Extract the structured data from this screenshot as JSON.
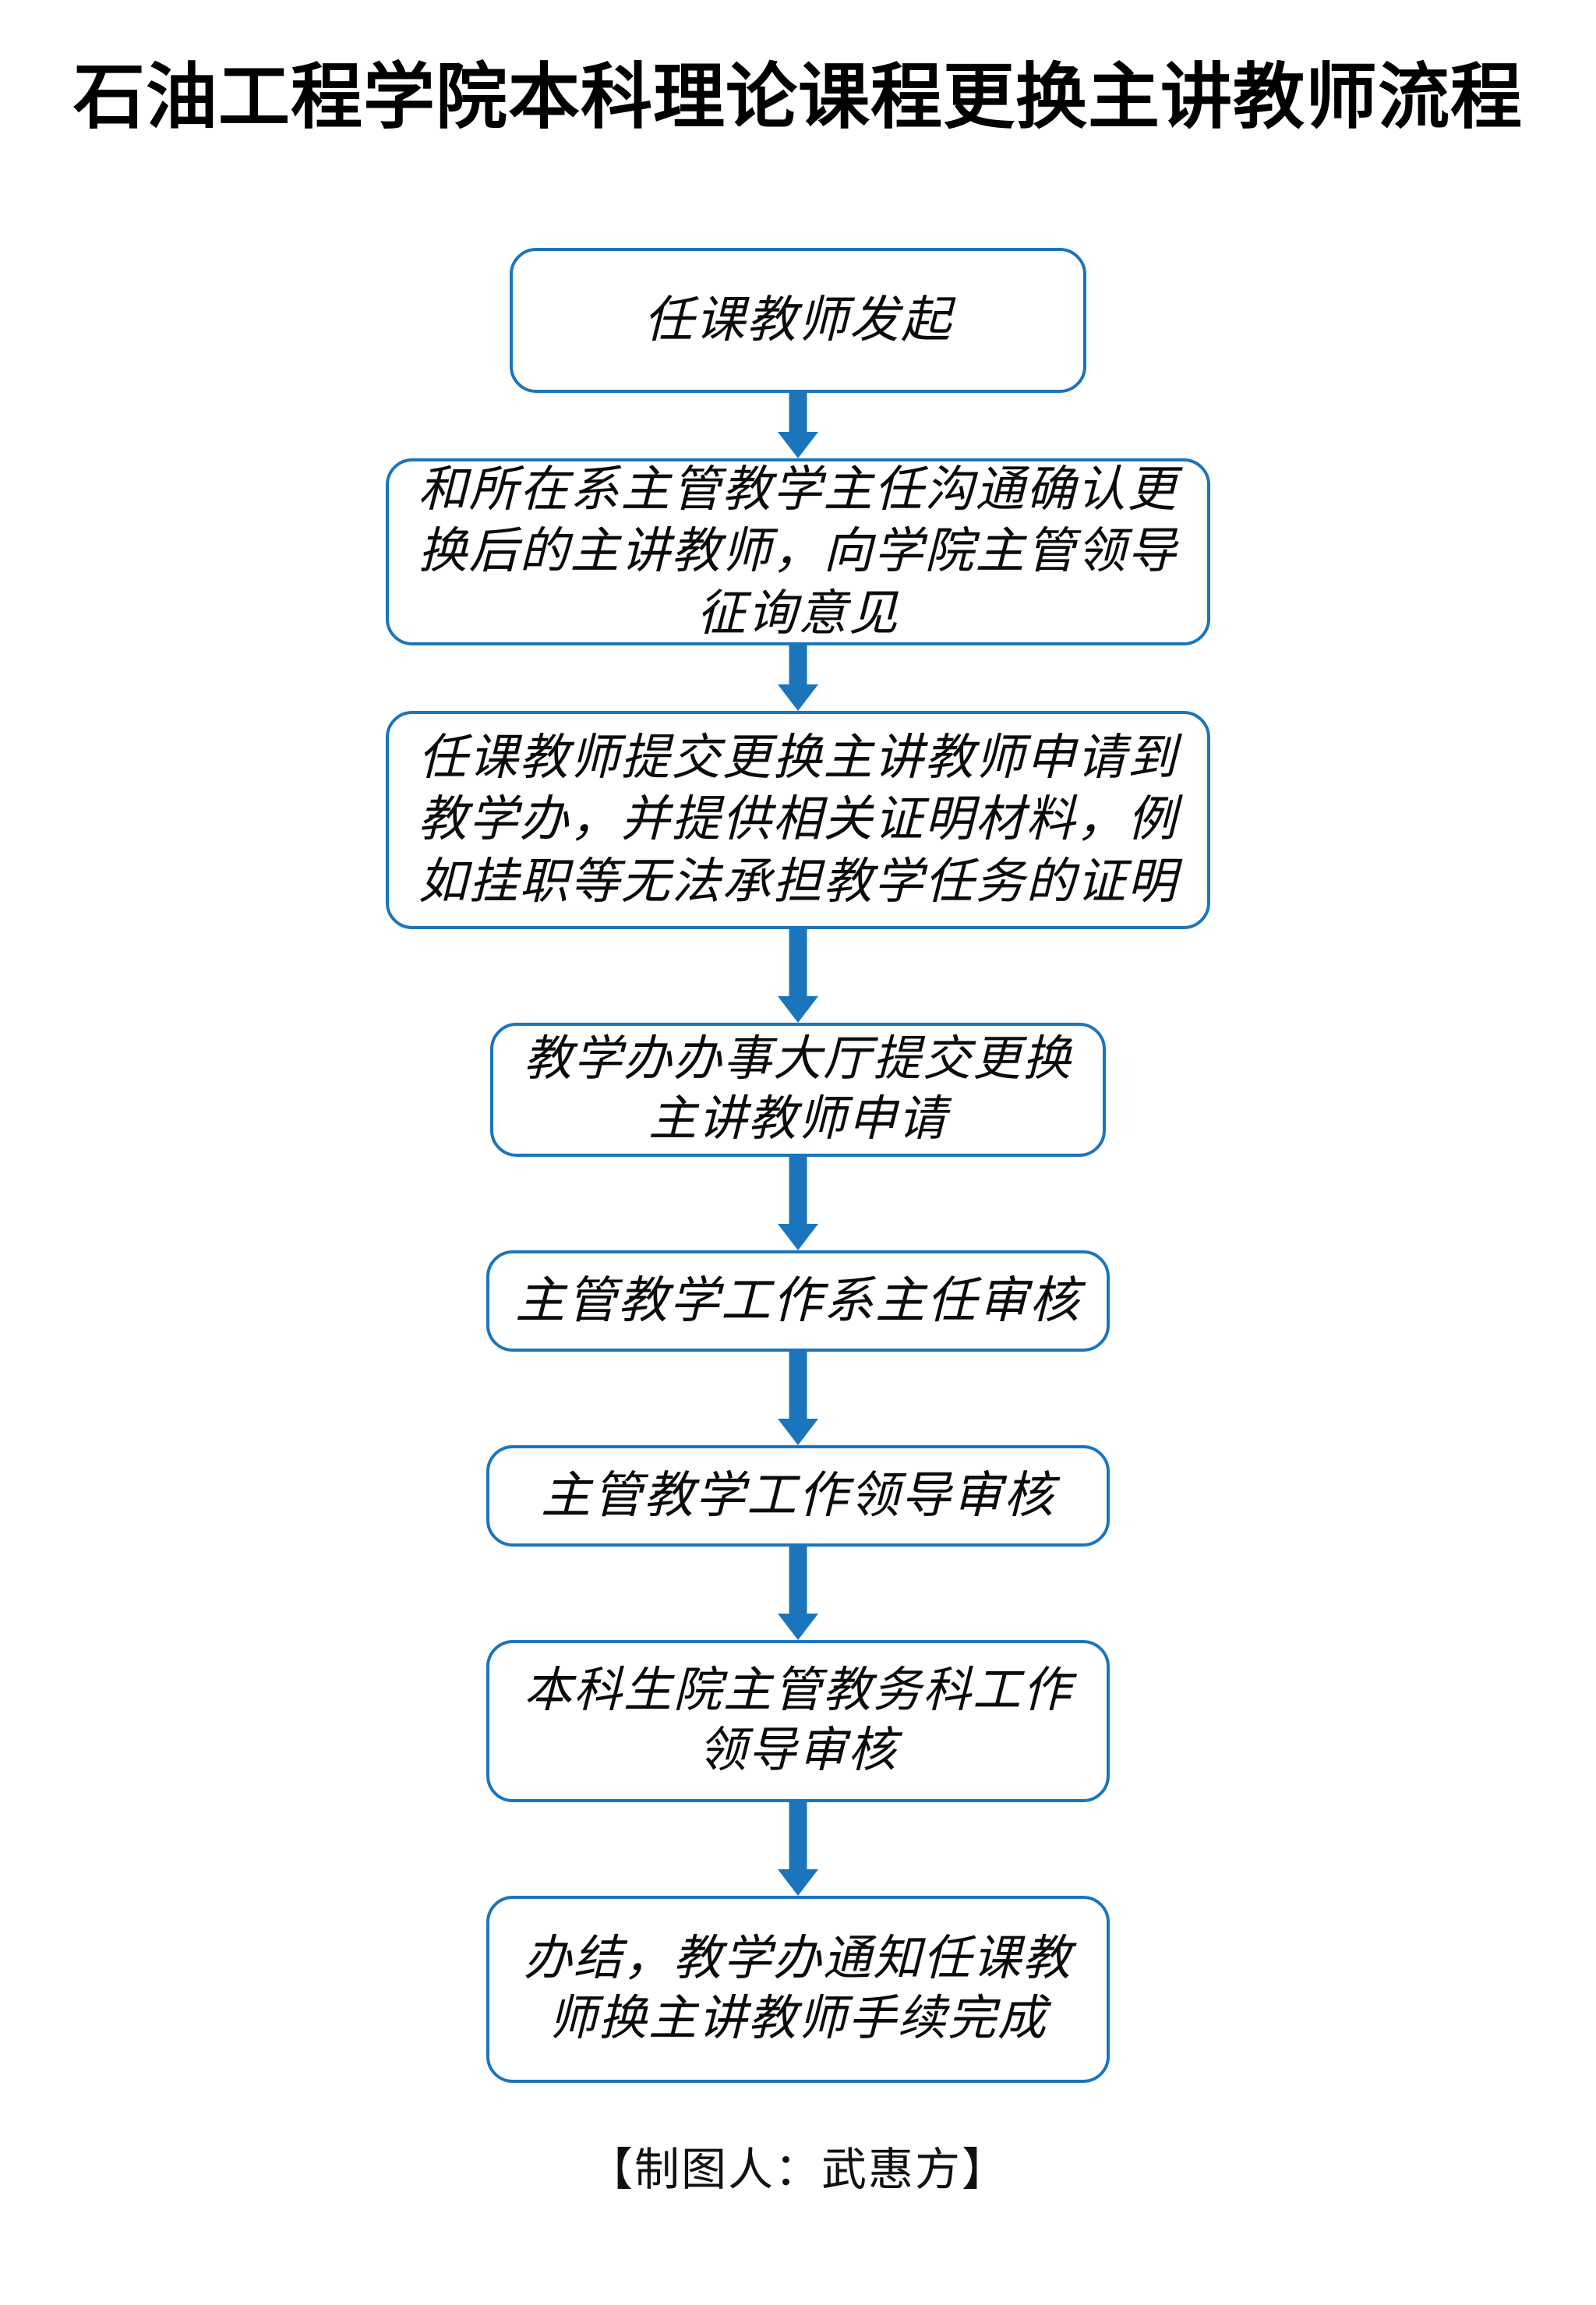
{
  "document": {
    "title": "石油工程学院本科理论课程更换主讲教师流程",
    "credit": "【制图人：武惠方】"
  },
  "theme": {
    "accent_blue": "#1B75BC",
    "box_fill": "#FFFFFF",
    "text_color": "#0B0B0B",
    "page_background": "#FFFFFF"
  },
  "flow": {
    "orientation": "vertical",
    "connector": "block-arrow-down",
    "nodes": [
      {
        "id": "node-1",
        "name": "teacher-initiates",
        "text": "任课教师发起",
        "lines": [
          "任课教师发起"
        ]
      },
      {
        "id": "node-2",
        "name": "consult-department-director",
        "text": "和所在系主管教学主任沟通确认更换后的主讲教师，向学院主管领导征询意见",
        "lines": [
          "和所在系主管教学主任沟通确认更",
          "换后的主讲教师，向学院主管领导",
          "征询意见"
        ]
      },
      {
        "id": "node-3",
        "name": "submit-application-with-materials",
        "text": "任课教师提交更换主讲教师申请到教学办，并提供相关证明材料，例如挂职等无法承担教学任务的证明",
        "lines": [
          "任课教师提交更换主讲教师申请到",
          "教学办，并提供相关证明材料，例",
          "如挂职等无法承担教学任务的证明"
        ]
      },
      {
        "id": "node-4",
        "name": "service-hall-submission",
        "text": "教学办办事大厅提交更换主讲教师申请",
        "lines": [
          "教学办办事大厅提交更换",
          "主讲教师申请"
        ]
      },
      {
        "id": "node-5",
        "name": "department-director-review",
        "text": "主管教学工作系主任审核",
        "lines": [
          "主管教学工作系主任审核"
        ]
      },
      {
        "id": "node-6",
        "name": "college-leader-review",
        "text": "主管教学工作领导审核",
        "lines": [
          "主管教学工作领导审核"
        ]
      },
      {
        "id": "node-7",
        "name": "undergraduate-school-review",
        "text": "本科生院主管教务科工作领导审核",
        "lines": [
          "本科生院主管教务科工作",
          "领导审核"
        ]
      },
      {
        "id": "node-8",
        "name": "completion-notification",
        "text": "办结，教学办通知任课教师换主讲教师手续完成",
        "lines": [
          "办结，教学办通知任课教",
          "师换主讲教师手续完成"
        ]
      }
    ],
    "connectors": [
      {
        "from": "node-1",
        "to": "node-2",
        "label": ""
      },
      {
        "from": "node-2",
        "to": "node-3",
        "label": ""
      },
      {
        "from": "node-3",
        "to": "node-4",
        "label": ""
      },
      {
        "from": "node-4",
        "to": "node-5",
        "label": ""
      },
      {
        "from": "node-5",
        "to": "node-6",
        "label": ""
      },
      {
        "from": "node-6",
        "to": "node-7",
        "label": ""
      },
      {
        "from": "node-7",
        "to": "node-8",
        "label": ""
      }
    ]
  }
}
